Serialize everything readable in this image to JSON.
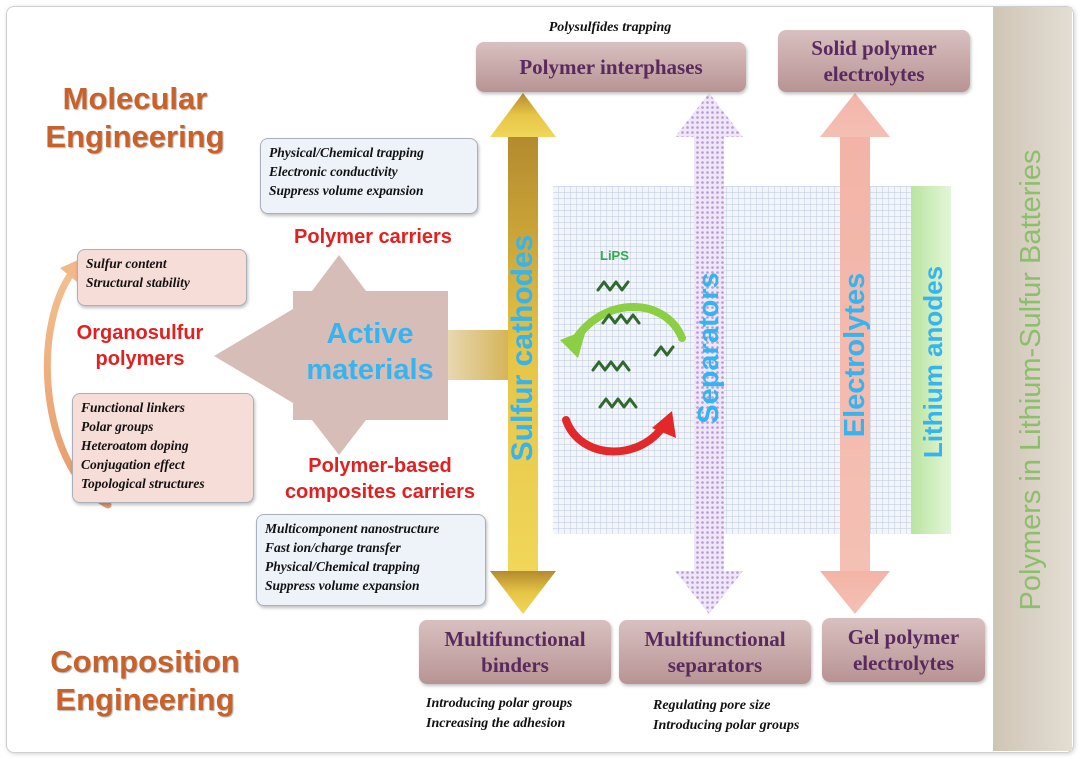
{
  "side_title": "Polymers in Lithium-Sulfur Batteries",
  "molecular_engineering": [
    "Molecular",
    "Engineering"
  ],
  "composition_engineering": [
    "Composition",
    "Engineering"
  ],
  "active_materials": [
    "Active",
    "materials"
  ],
  "polymer_carriers": {
    "label": "Polymer carriers",
    "notes": [
      "Physical/Chemical trapping",
      "Electronic conductivity",
      "Suppress volume expansion"
    ]
  },
  "organosulfur": {
    "label": [
      "Organosulfur",
      "polymers"
    ],
    "notes_top": [
      "Sulfur content",
      "Structural stability"
    ],
    "notes_bottom": [
      "Functional linkers",
      "Polar groups",
      "Heteroatom doping",
      "Conjugation effect",
      "Topological structures"
    ]
  },
  "composites": {
    "label": [
      "Polymer-based",
      "composites carriers"
    ],
    "notes": [
      "Multicomponent nanostructure",
      "Fast ion/charge transfer",
      "Physical/Chemical trapping",
      "Suppress volume expansion"
    ]
  },
  "polysulfides_trapping": "Polysulfides trapping",
  "polymer_interphases": "Polymer interphases",
  "solid_polymer_electrolytes": [
    "Solid polymer",
    "electrolytes"
  ],
  "gel_polymer_electrolytes": [
    "Gel polymer",
    "electrolytes"
  ],
  "multifunctional_binders": {
    "label": [
      "Multifunctional",
      "binders"
    ],
    "notes": [
      "Introducing polar groups",
      "Increasing the adhesion"
    ]
  },
  "multifunctional_separators": {
    "label": [
      "Multifunctional",
      "separators"
    ],
    "notes": [
      "Regulating pore size",
      "Introducing polar groups"
    ]
  },
  "components": {
    "sulfur_cathodes": "Sulfur cathodes",
    "separators": "Separators",
    "electrolytes": "Electrolytes",
    "lithium_anodes": "Lithium anodes"
  },
  "lips": "LiPS",
  "colors": {
    "engineering_title": "#c8622a",
    "red_label": "#e32020",
    "cathode_arrow": "#d8b23a",
    "separator_arrow": "#c9a8e0",
    "electrolyte_arrow": "#f1a89a",
    "anode_bar": "#c8ecb4",
    "component_text": "#35b4ef",
    "side_panel": "#d9d2c7",
    "side_text": "#8cbf6a"
  }
}
